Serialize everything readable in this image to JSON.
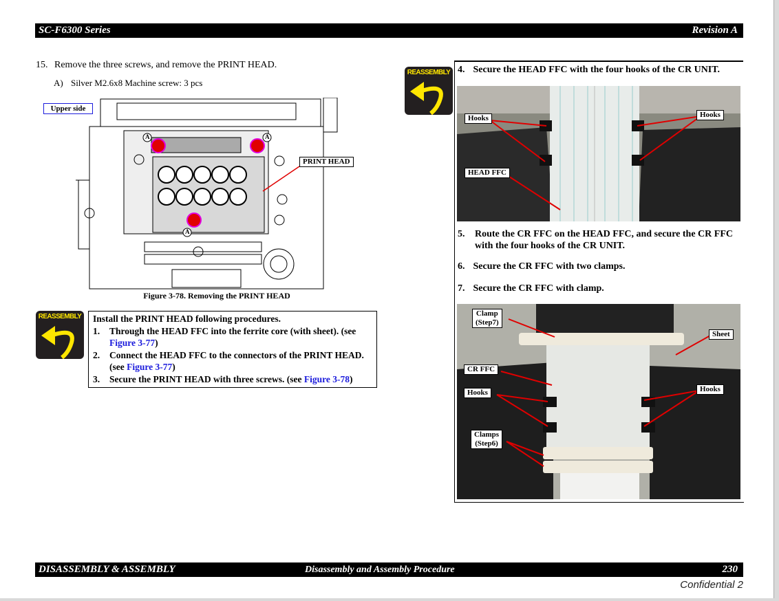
{
  "header": {
    "left": "SC-F6300 Series",
    "right": "Revision A"
  },
  "left": {
    "step": {
      "num": "15.",
      "text": "Remove the three screws, and remove the PRINT HEAD."
    },
    "substep": {
      "num": "A)",
      "text": "Silver M2.6x8 Machine screw: 3 pcs"
    },
    "figure": {
      "upper_side": "Upper side",
      "print_head_label": "PRINT HEAD",
      "marker": "A",
      "caption": "Figure 3-78.  Removing the PRINT HEAD"
    },
    "reassembly": {
      "icon_label": "REASSEMBLY",
      "intro": "Install the PRINT HEAD following procedures.",
      "items": [
        {
          "num": "1.",
          "text": "Through the HEAD FFC into the ferrite core (with sheet). (see ",
          "link": "Figure 3-77",
          "tail": ")"
        },
        {
          "num": "2.",
          "text": "Connect the HEAD FFC to the connectors of the PRINT HEAD. (see ",
          "link": "Figure 3-77",
          "tail": ")"
        },
        {
          "num": "3.",
          "text": "Secure the PRINT HEAD with three screws. (see ",
          "link": "Figure 3-78",
          "tail": ")"
        }
      ]
    }
  },
  "right": {
    "icon_label": "REASSEMBLY",
    "step4": {
      "num": "4.",
      "text": "Secure the HEAD FFC with the four hooks of the CR UNIT."
    },
    "photo1": {
      "hooks_left": "Hooks",
      "hooks_right": "Hooks",
      "head_ffc": "HEAD FFC"
    },
    "step5": {
      "num": "5.",
      "text": "Route the CR FFC on the HEAD FFC, and secure the CR FFC with the four hooks of the CR UNIT."
    },
    "step6": {
      "num": "6.",
      "text": "Secure the CR FFC with two clamps."
    },
    "step7": {
      "num": "7.",
      "text": "Secure the CR FFC with clamp."
    },
    "photo2": {
      "clamp_step7_a": "Clamp",
      "clamp_step7_b": "(Step7)",
      "sheet": "Sheet",
      "cr_ffc": "CR FFC",
      "hooks_left": "Hooks",
      "hooks_right": "Hooks",
      "clamps_step6_a": "Clamps",
      "clamps_step6_b": "(Step6)"
    }
  },
  "footer": {
    "left": "DISASSEMBLY & ASSEMBLY",
    "center": "Disassembly and Assembly Procedure",
    "page": "230",
    "confidential": "Confidential 2"
  },
  "colors": {
    "link": "#1a1adc",
    "arrow": "#e00000",
    "reassembly_bg": "#231f20",
    "reassembly_fg": "#ffe600"
  }
}
